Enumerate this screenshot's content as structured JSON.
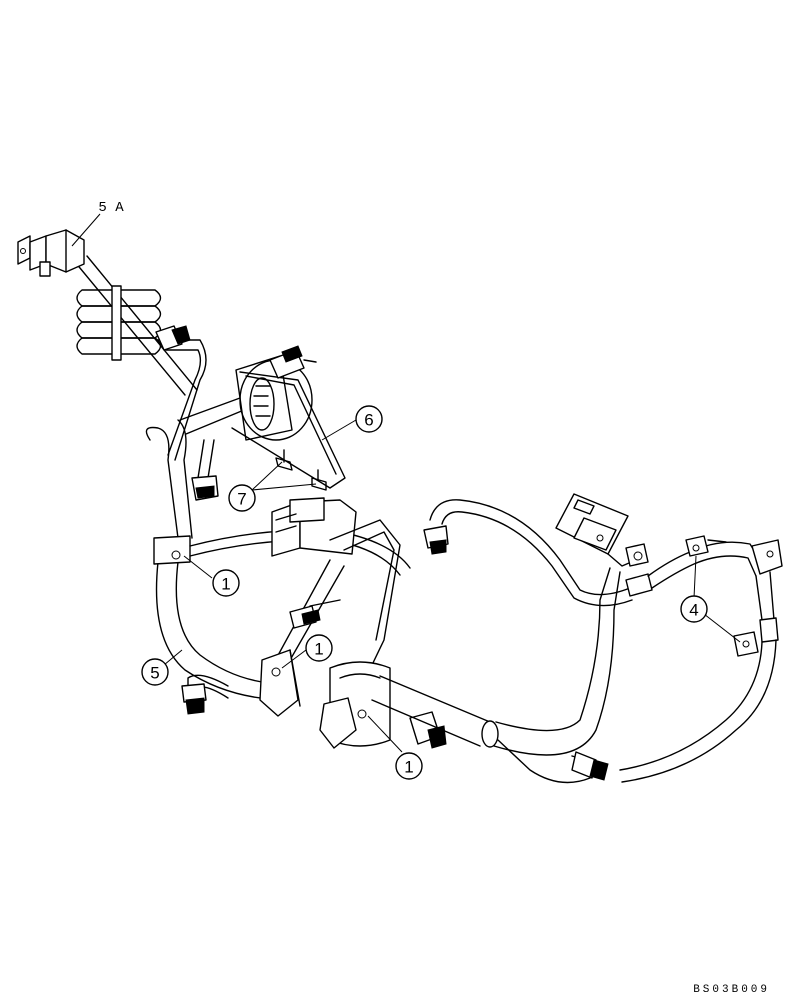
{
  "callouts": {
    "c5a": "5 A",
    "c6": "6",
    "c7": "7",
    "c1_left": "1",
    "c1_mid": "1",
    "c1_bottom": "1",
    "c5": "5",
    "c4": "4"
  },
  "drawing_code": "BS03B009",
  "icons": [
    "wire-harness-drawing"
  ]
}
